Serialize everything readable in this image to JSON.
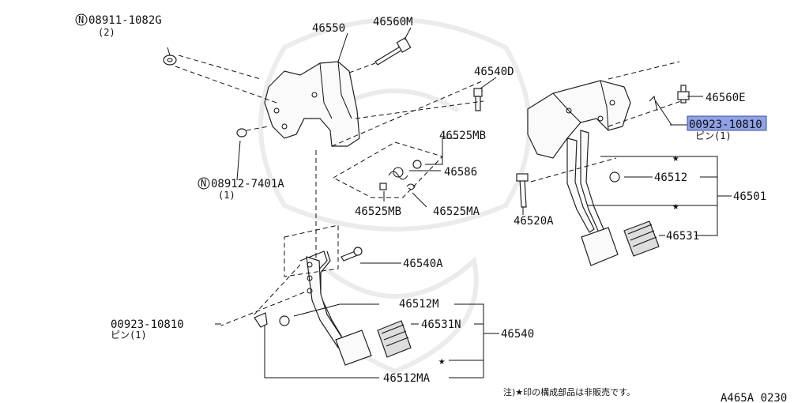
{
  "labels": {
    "p08911": "08911-1082G",
    "p08911_qty": "(2)",
    "p46550": "46550",
    "p46560M": "46560M",
    "p46540D": "46540D",
    "p46560E": "46560E",
    "p00923_top": "00923-10810",
    "p00923_top_sub": "ピン(1)",
    "p46525MB_top": "46525MB",
    "p46586": "46586",
    "p46525MB_bottom": "46525MB",
    "p46525MA": "46525MA",
    "p08912": "08912-7401A",
    "p08912_qty": "(1)",
    "p46512": "46512",
    "p46501": "46501",
    "p46520A": "46520A",
    "p46531_right": "46531",
    "p46540A": "46540A",
    "p46512M": "46512M",
    "p46531N": "46531N",
    "p46540": "46540",
    "p00923_left": "00923-10810",
    "p00923_left_sub": "ピン(1)",
    "p46512MA": "46512MA",
    "nut_mark": "N"
  },
  "note": "注)★印の構成部品は非販売です。",
  "diagram_code": "A465A 0230",
  "highlight_color": "#8fa2e6",
  "star_symbol": "★"
}
